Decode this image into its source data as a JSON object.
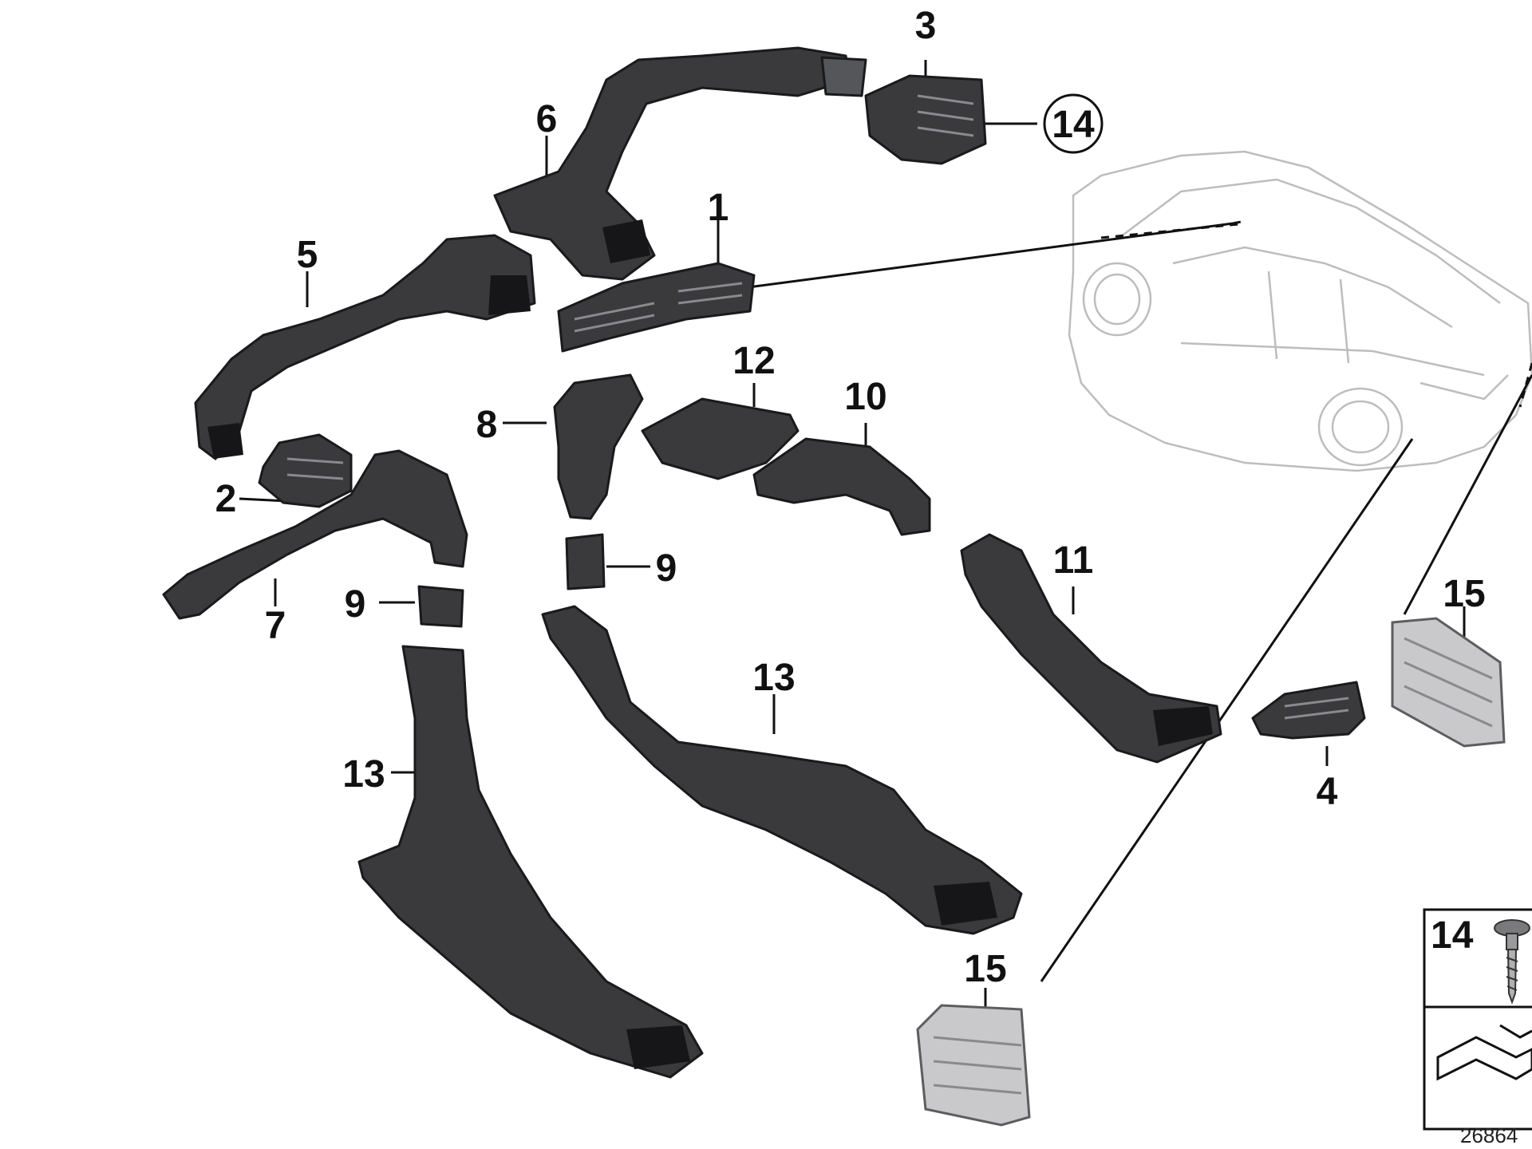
{
  "callouts": {
    "c1": "1",
    "c2": "2",
    "c3": "3",
    "c4": "4",
    "c5": "5",
    "c6": "6",
    "c7": "7",
    "c8": "8",
    "c9a": "9",
    "c9b": "9",
    "c10": "10",
    "c11": "11",
    "c12": "12",
    "c13a": "13",
    "c13b": "13",
    "c14": "14",
    "c15a": "15",
    "c15b": "15"
  },
  "legend": {
    "item": "14"
  },
  "doc_number": "26864",
  "colors": {
    "part": "#3a3a3d",
    "car_outline": "#bdbdbd",
    "grille": "#c9c9cb"
  },
  "icons": {
    "fastener": "screw-icon",
    "install": "bracket-icon",
    "vehicle": "car-outline"
  }
}
